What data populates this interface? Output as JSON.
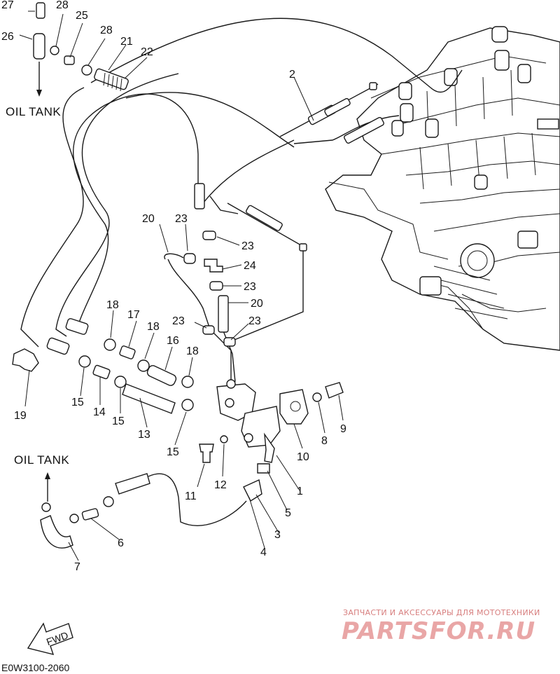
{
  "diagram": {
    "code": "E0W3100-2060",
    "tank_labels": [
      "OIL TANK",
      "OIL TANK"
    ],
    "fwd_label": "FWD",
    "callouts": [
      "27",
      "28",
      "25",
      "28",
      "21",
      "22",
      "26",
      "2",
      "20",
      "23",
      "23",
      "24",
      "23",
      "20",
      "23",
      "23",
      "18",
      "17",
      "18",
      "16",
      "18",
      "19",
      "15",
      "14",
      "15",
      "13",
      "15",
      "9",
      "8",
      "10",
      "12",
      "11",
      "1",
      "5",
      "3",
      "4",
      "6",
      "7"
    ]
  },
  "watermark": {
    "tagline": "ЗАПЧАСТИ И АКСЕССУАРЫ ДЛЯ МОТОТЕХНИКИ",
    "logo": "PARTSFOR.RU"
  }
}
